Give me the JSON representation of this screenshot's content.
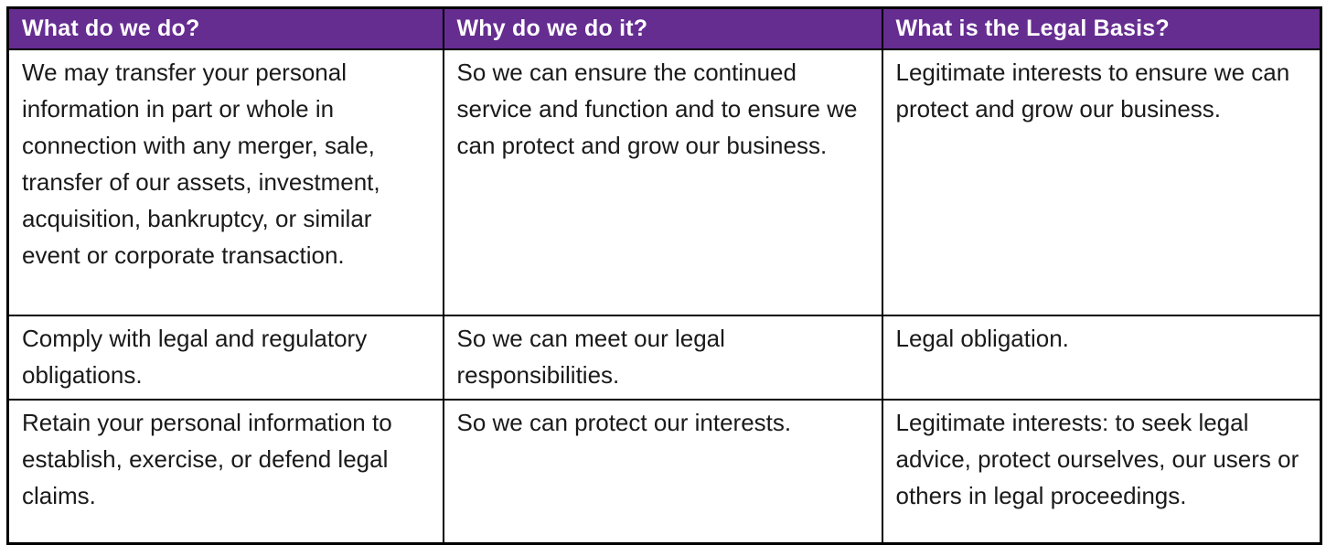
{
  "colors": {
    "header_bg": "#662D91",
    "header_text": "#FFFFFF",
    "body_text": "#1A1A1A",
    "border": "#000000",
    "page_bg": "#FFFFFF"
  },
  "table": {
    "headers": [
      "What do we do?",
      "Why do we do it?",
      "What is the Legal Basis?"
    ],
    "rows": [
      {
        "what": "We may transfer your personal information in part or whole in connection with any merger, sale, transfer of our assets, investment, acquisition, bankruptcy, or similar event or corporate transaction.",
        "why": "So we can ensure the continued service and function and to ensure we can protect and grow our business.",
        "legal_basis": "Legitimate interests to ensure we can protect and grow our business."
      },
      {
        "what": "Comply with legal and regulatory obligations.",
        "why": "So we can meet our legal responsibilities.",
        "legal_basis": "Legal obligation."
      },
      {
        "what": "Retain your personal information to establish, exercise, or defend legal claims.",
        "why": "So we can protect our interests.",
        "legal_basis": "Legitimate interests: to seek legal advice, protect ourselves, our users or others in legal proceedings."
      }
    ]
  }
}
